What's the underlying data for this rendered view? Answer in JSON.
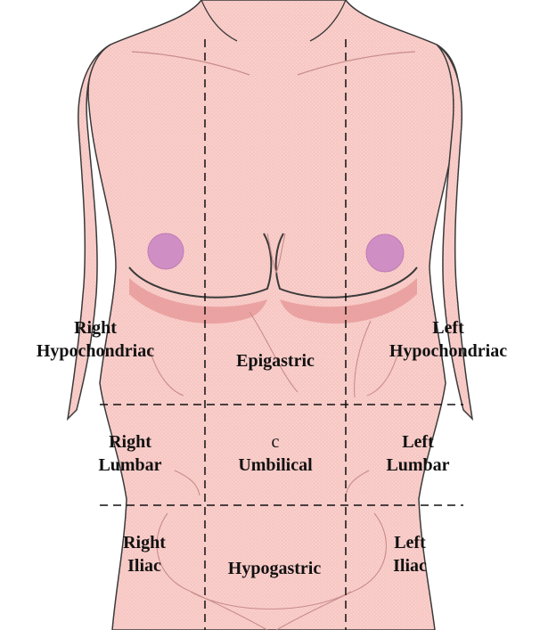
{
  "colors": {
    "skin": "#f7c8c4",
    "skin_shade": "#e79b9b",
    "outline": "#3a3a3a",
    "fine_line": "#c98c8c",
    "areola": "#cf8fc4",
    "divider": "#111111",
    "text": "#111111"
  },
  "regions": {
    "right_hypochondriac": {
      "line1": "Right",
      "line2": "Hypochondriac"
    },
    "epigastric": {
      "line1": "Epigastric"
    },
    "left_hypochondriac": {
      "line1": "Left",
      "line2": "Hypochondriac"
    },
    "right_lumbar": {
      "line1": "Right",
      "line2": "Lumbar"
    },
    "umbilical": {
      "marker": "c",
      "line2": "Umbilical"
    },
    "left_lumbar": {
      "line1": "Left",
      "line2": "Lumbar"
    },
    "right_iliac": {
      "line1": "Right",
      "line2": "Iliac"
    },
    "hypogastric": {
      "line1": "Hypogastric"
    },
    "left_iliac": {
      "line1": "Left",
      "line2": "Iliac"
    }
  }
}
